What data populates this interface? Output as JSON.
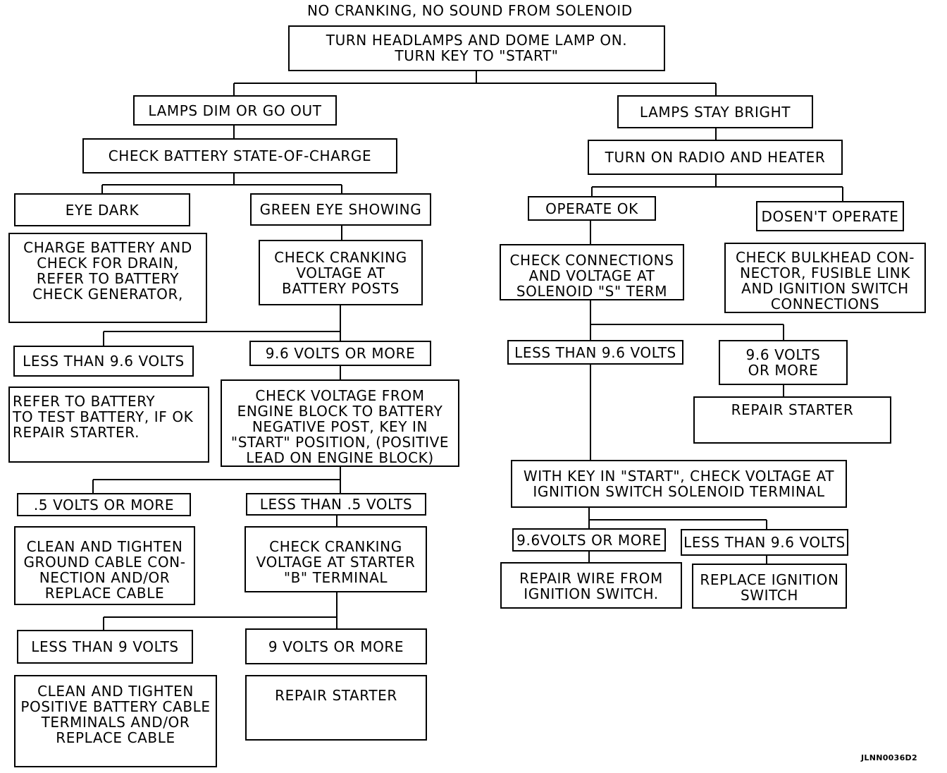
{
  "title": "NO CRANKING, NO SOUND FROM SOLENOID",
  "figure_code": "JLNN0036D2",
  "nodes": {
    "start": "TURN HEADLAMPS AND DOME LAMP ON.\nTURN KEY TO \"START\"",
    "lamps_dim": "LAMPS DIM OR GO OUT",
    "lamps_bright": "LAMPS STAY BRIGHT",
    "check_battery": "CHECK BATTERY STATE-OF-CHARGE",
    "turn_on_radio": "TURN ON RADIO AND HEATER",
    "eye_dark": "EYE DARK",
    "green_eye": "GREEN EYE SHOWING",
    "operate_ok": "OPERATE OK",
    "dosent_operate": "DOSEN'T OPERATE",
    "charge_battery": "CHARGE BATTERY AND\nCHECK FOR DRAIN,\nREFER TO BATTERY\nCHECK GENERATOR,",
    "check_cranking_battery": "CHECK CRANKING\nVOLTAGE AT\nBATTERY POSTS",
    "check_connections": "CHECK CONNECTIONS\nAND VOLTAGE AT\nSOLENOID \"S\" TERM",
    "check_bulkhead": "CHECK BULKHEAD CON-\nNECTOR, FUSIBLE LINK\nAND IGNITION SWITCH\nCONNECTIONS",
    "less_96_left": "LESS THAN 9.6 VOLTS",
    "more_96_left": "9.6 VOLTS OR MORE",
    "less_96_right": "LESS THAN 9.6 VOLTS",
    "more_96_right": "9.6 VOLTS\nOR MORE",
    "refer_battery": "REFER TO BATTERY\nTO TEST BATTERY, IF OK\nREPAIR STARTER.",
    "check_voltage_engine": "CHECK VOLTAGE FROM\nENGINE BLOCK TO BATTERY\nNEGATIVE POST, KEY IN\n\"START\" POSITION, (POSITIVE\nLEAD ON ENGINE BLOCK)",
    "repair_starter_right": "REPAIR STARTER",
    "with_key_start": "WITH KEY IN \"START\", CHECK VOLTAGE AT\nIGNITION SWITCH SOLENOID TERMINAL",
    "more_05": ".5 VOLTS OR MORE",
    "less_05": "LESS THAN .5 VOLTS",
    "more_96_ign": "9.6VOLTS OR MORE",
    "less_96_ign": "LESS THAN 9.6 VOLTS",
    "clean_ground": "CLEAN AND TIGHTEN\nGROUND CABLE CON-\nNECTION AND/OR\nREPLACE CABLE",
    "check_cranking_starter": "CHECK CRANKING\nVOLTAGE AT STARTER\n\"B\" TERMINAL",
    "repair_wire": "REPAIR WIRE FROM\nIGNITION SWITCH.",
    "replace_ignition": "REPLACE IGNITION\nSWITCH",
    "less_9": "LESS THAN 9 VOLTS",
    "more_9": "9 VOLTS OR MORE",
    "clean_positive": "CLEAN AND TIGHTEN\nPOSITIVE BATTERY CABLE\nTERMINALS AND/OR\nREPLACE CABLE",
    "repair_starter_bottom": "REPAIR STARTER"
  },
  "line_color": "#000000"
}
